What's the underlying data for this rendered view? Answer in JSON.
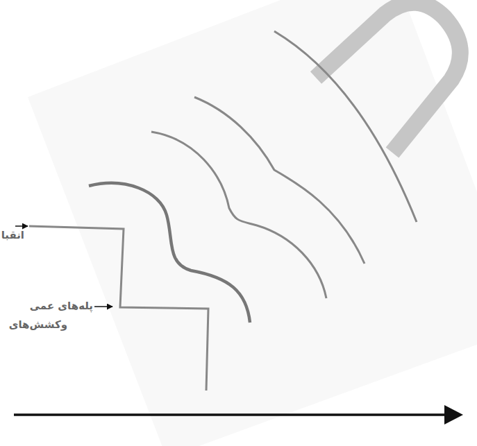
{
  "diagram": {
    "labels": [
      "انقبا",
      "پله‌های عمی",
      "وکشش‌های"
    ]
  }
}
